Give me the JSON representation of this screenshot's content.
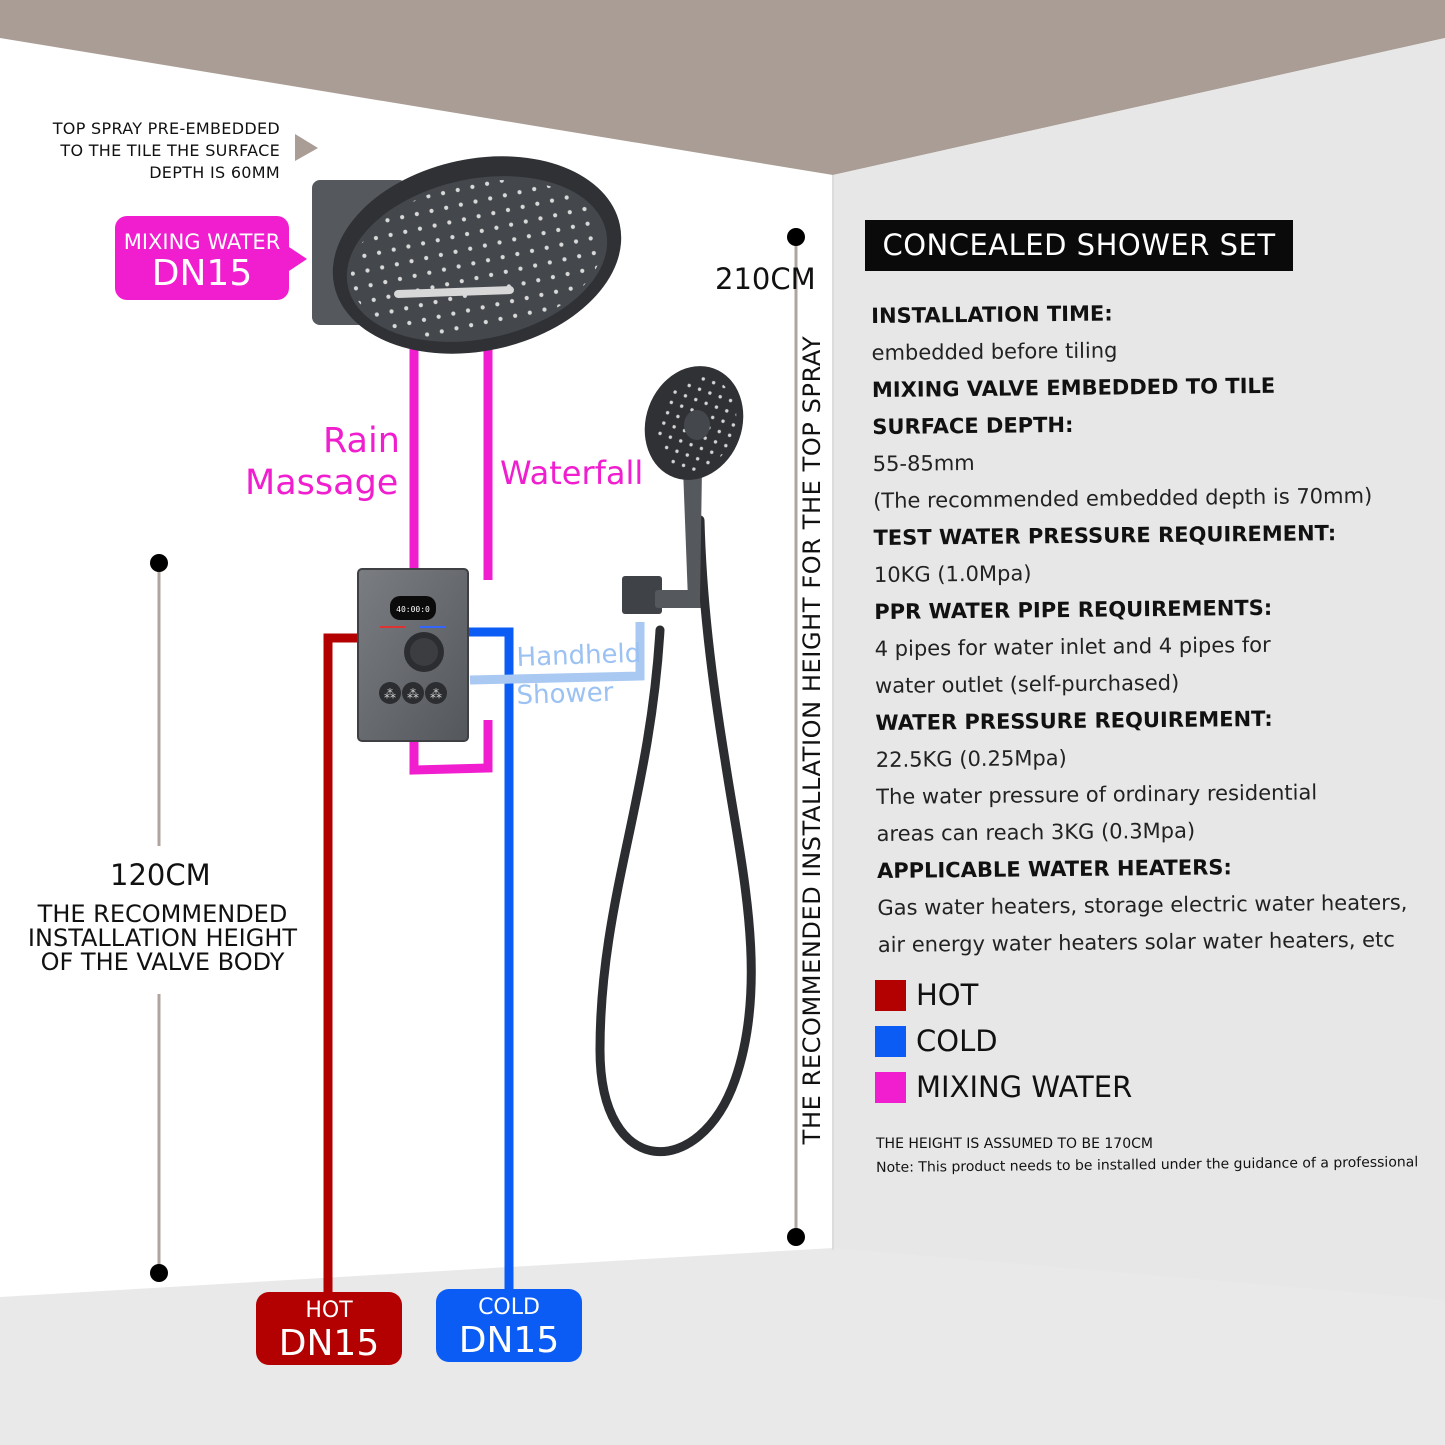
{
  "top_note": [
    "TOP SPRAY PRE-EMBEDDED",
    "TO THE TILE THE SURFACE",
    "DEPTH IS 60MM"
  ],
  "mixing_badge": {
    "line1": "MIXING WATER",
    "line2": "DN15"
  },
  "modes": {
    "rain": "Rain",
    "massage": "Massage",
    "waterfall": "Waterfall",
    "handheld": "Handheld",
    "shower": "Shower"
  },
  "height_total": "210CM",
  "height_total_note": "THE RECOMMENDED INSTALLATION HEIGHT FOR THE TOP SPRAY",
  "height_valve": "120CM",
  "height_valve_note": [
    "THE RECOMMENDED",
    "INSTALLATION HEIGHT",
    "OF THE VALVE BODY"
  ],
  "ports": {
    "hot": {
      "line1": "HOT",
      "line2": "DN15"
    },
    "cold": {
      "line1": "COLD",
      "line2": "DN15"
    }
  },
  "panel_title": "CONCEALED SHOWER SET",
  "specs": [
    {
      "type": "h",
      "text": "INSTALLATION TIME:"
    },
    {
      "type": "v",
      "text": "embedded before tiling"
    },
    {
      "type": "h",
      "text": "MIXING VALVE EMBEDDED TO TILE"
    },
    {
      "type": "h",
      "text": "SURFACE DEPTH:"
    },
    {
      "type": "v",
      "text": "55-85mm"
    },
    {
      "type": "v",
      "text": "(The recommended embedded depth is 70mm)"
    },
    {
      "type": "h",
      "text": "TEST WATER PRESSURE REQUIREMENT:"
    },
    {
      "type": "v",
      "text": "10KG (1.0Mpa)"
    },
    {
      "type": "h",
      "text": "PPR WATER PIPE REQUIREMENTS:"
    },
    {
      "type": "v",
      "text": "4 pipes for water inlet and 4 pipes for"
    },
    {
      "type": "v",
      "text": "water outlet (self-purchased)"
    },
    {
      "type": "h",
      "text": "WATER PRESSURE REQUIREMENT:"
    },
    {
      "type": "v",
      "text": "22.5KG (0.25Mpa)"
    },
    {
      "type": "v",
      "text": "The water pressure of ordinary residential"
    },
    {
      "type": "v",
      "text": "areas can reach 3KG (0.3Mpa)"
    },
    {
      "type": "h",
      "text": "APPLICABLE WATER HEATERS:"
    },
    {
      "type": "v",
      "text": "Gas water heaters, storage electric water heaters,"
    },
    {
      "type": "v",
      "text": "air energy water heaters solar water heaters, etc"
    }
  ],
  "legend": [
    {
      "label": "HOT",
      "color": "#b30000"
    },
    {
      "label": "COLD",
      "color": "#0a5cf5"
    },
    {
      "label": "MIXING WATER",
      "color": "#f01ecf"
    }
  ],
  "footnote_1": "THE HEIGHT IS ASSUMED TO BE 170CM",
  "footnote_2": "Note: This product needs to be installed under the guidance of a professional",
  "display_reading": "40:00:0",
  "colors": {
    "hot": "#b30000",
    "cold": "#0a5cf5",
    "mixing": "#f01ecf",
    "handheld": "#a9c9f2",
    "wall": "#e6e6e6",
    "ceiling": "#a99d95"
  }
}
